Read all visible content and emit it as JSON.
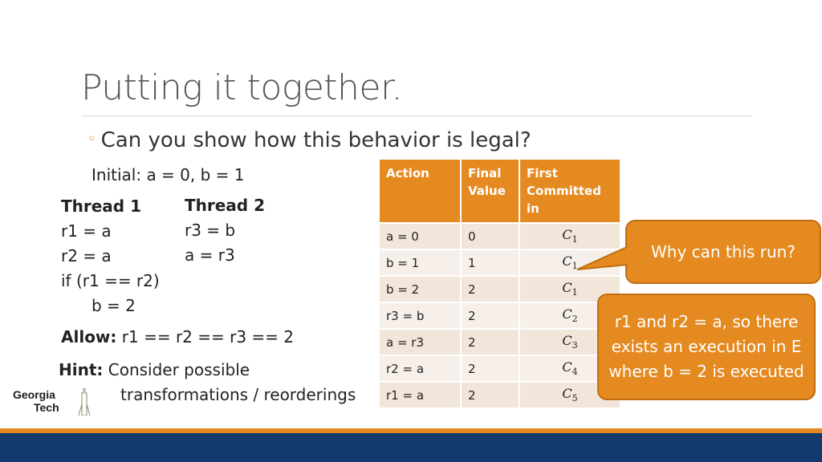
{
  "title": "Putting it together.",
  "bullet": "Can you show how this behavior is legal?",
  "initial": "Initial: a = 0, b = 1",
  "thread1": {
    "heading": "Thread 1",
    "lines": [
      "r1 = a",
      "r2 = a",
      "if (r1 == r2)",
      "b = 2"
    ]
  },
  "thread2": {
    "heading": "Thread 2",
    "lines": [
      "r3 = b",
      "a = r3"
    ]
  },
  "allow": {
    "label": "Allow:",
    "text": "r1 == r2 == r3 == 2"
  },
  "hint": {
    "label": "Hint:",
    "line1": "Consider possible",
    "line2": "transformations / reorderings"
  },
  "table": {
    "headers": [
      "Action",
      "Final Value",
      "First Committed in"
    ],
    "rows": [
      {
        "action": "a = 0",
        "value": "0",
        "c": "C",
        "sub": "1"
      },
      {
        "action": "b = 1",
        "value": "1",
        "c": "C",
        "sub": "1"
      },
      {
        "action": "b = 2",
        "value": "2",
        "c": "C",
        "sub": "1"
      },
      {
        "action": "r3 = b",
        "value": "2",
        "c": "C",
        "sub": "2"
      },
      {
        "action": "a = r3",
        "value": "2",
        "c": "C",
        "sub": "3"
      },
      {
        "action": "r2 = a",
        "value": "2",
        "c": "C",
        "sub": "4"
      },
      {
        "action": "r1 = a",
        "value": "2",
        "c": "C",
        "sub": "5"
      }
    ]
  },
  "callout1": "Why can this run?",
  "callout2": "r1 and r2 = a, so there exists an execution in E where b = 2 is executed",
  "logo": {
    "line1": "Georgia",
    "line2": "Tech"
  },
  "colors": {
    "accent": "#e48a20",
    "band": "#123a6d"
  }
}
